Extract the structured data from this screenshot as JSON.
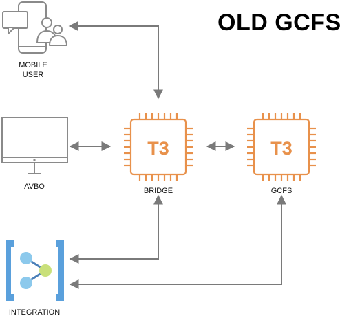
{
  "title": "OLD GCFS",
  "nodes": {
    "mobile_user": {
      "line1": "MOBILE",
      "line2": "USER",
      "icon": "mobile-user-icon"
    },
    "avbo": {
      "label": "AVBO",
      "icon": "monitor-icon"
    },
    "bridge": {
      "chip_text": "T3",
      "label": "BRIDGE",
      "icon": "t3-chip-icon"
    },
    "gcfs": {
      "chip_text": "T3",
      "label": "GCFS",
      "icon": "t3-chip-icon"
    },
    "integration": {
      "label": "INTEGRATION",
      "icon": "integration-icon"
    }
  },
  "colors": {
    "chip": "#E8914B",
    "arrow": "#7a7a7a",
    "outline": "#8a8a8a",
    "integration_bracket": "#5AA0DC",
    "integration_node": "#8CC9EC",
    "integration_hub": "#C9E07A"
  }
}
